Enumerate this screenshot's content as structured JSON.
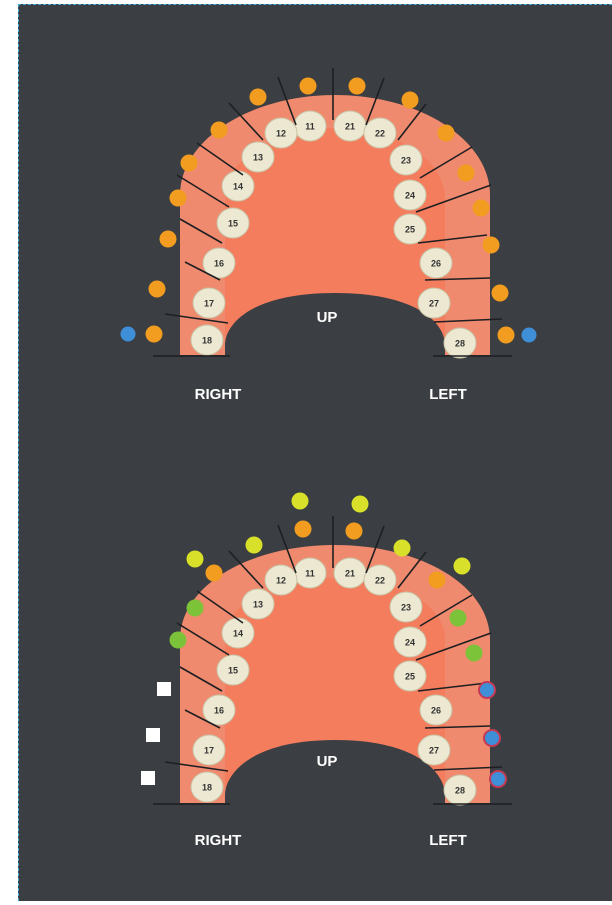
{
  "charts": [
    {
      "labels": {
        "up": "UP",
        "right": "RIGHT",
        "left": "LEFT"
      },
      "teeth_right": [
        "12",
        "13",
        "14",
        "15",
        "16",
        "17",
        "18"
      ],
      "teeth_left": [
        "22",
        "23",
        "24",
        "25",
        "26",
        "27",
        "28"
      ],
      "teeth_center": [
        "11",
        "21"
      ]
    },
    {
      "labels": {
        "up": "UP",
        "right": "RIGHT",
        "left": "LEFT"
      },
      "teeth_right": [
        "12",
        "13",
        "14",
        "15",
        "16",
        "17",
        "18"
      ],
      "teeth_left": [
        "22",
        "23",
        "24",
        "25",
        "26",
        "27",
        "28"
      ],
      "teeth_center": [
        "11",
        "21"
      ]
    }
  ],
  "colors": {
    "background": "#3b3e42",
    "gum": "#f08a6e",
    "palate": "#f47d5e",
    "tooth": "#ece8d2",
    "orange_marker": "#f29d20",
    "yellow_marker": "#d8e02a",
    "green_marker": "#7cc33a",
    "blue_marker": "#3e8fd8",
    "white_marker": "#ffffff",
    "marker_ring": "#c43a55"
  }
}
